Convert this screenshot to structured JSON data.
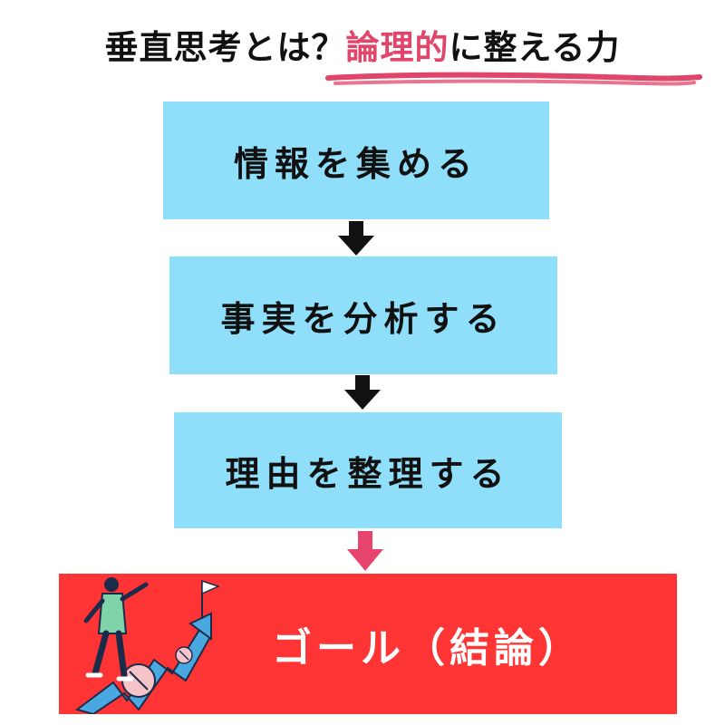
{
  "title": {
    "prefix": "垂直思考とは？",
    "accent": "論理的",
    "suffix": "に整える力"
  },
  "steps": [
    {
      "label": "情報を集める"
    },
    {
      "label": "事実を分析する"
    },
    {
      "label": "理由を整理する"
    }
  ],
  "goal": {
    "label": "ゴール（結論）"
  },
  "colors": {
    "step_fill": "#8fdffa",
    "goal_fill": "#ff3434",
    "accent": "#e0456a",
    "arrow_dark": "#111111",
    "arrow_pink": "#e8456e"
  }
}
